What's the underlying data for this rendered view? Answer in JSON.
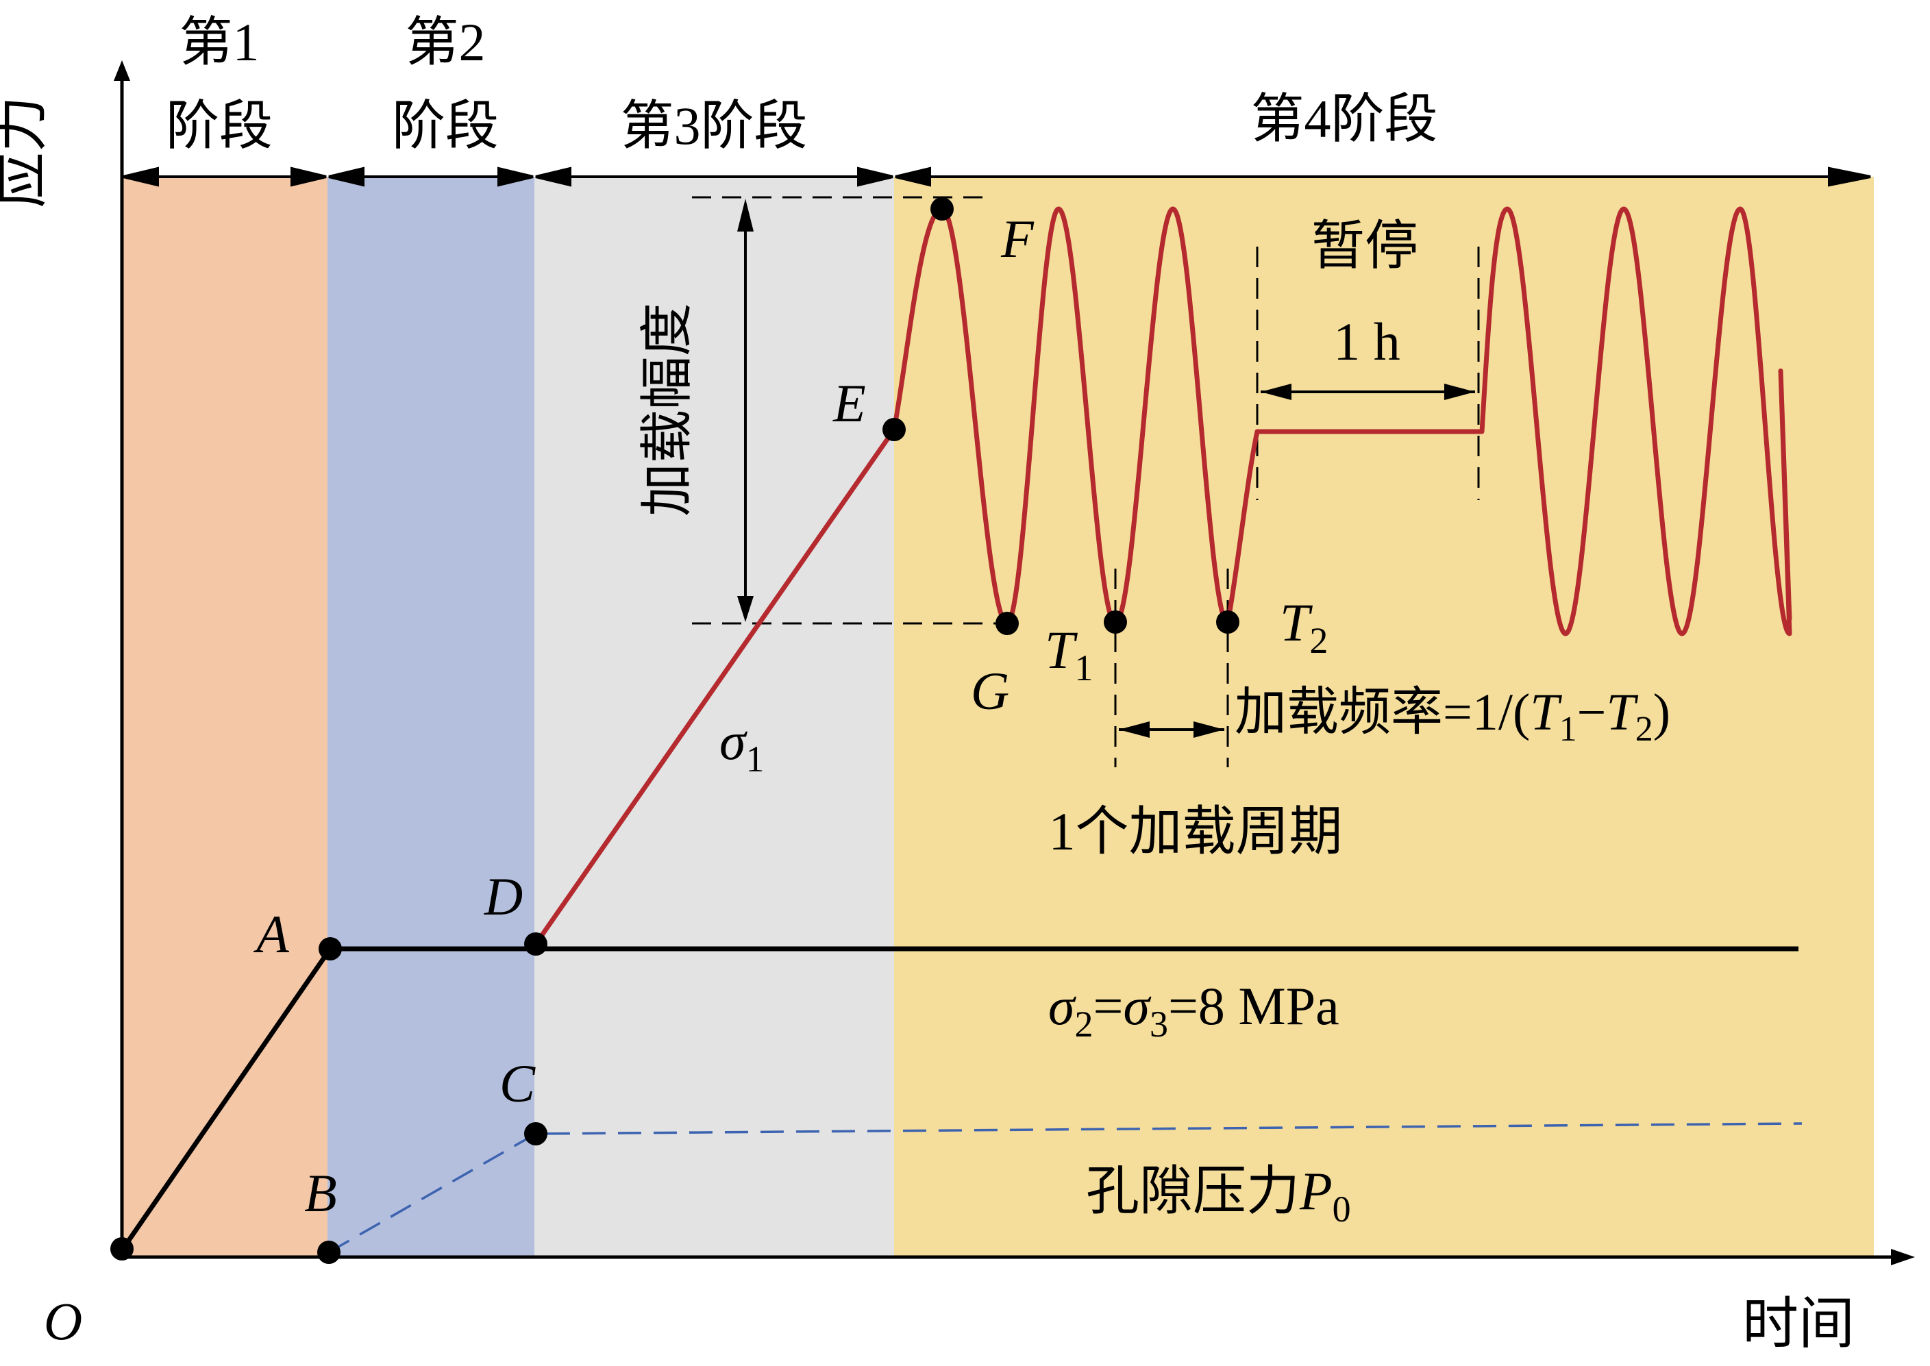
{
  "axes": {
    "y_label": "应力",
    "x_label": "时间",
    "origin_label": "O"
  },
  "stages": [
    {
      "line1": "第1",
      "line2": "阶段",
      "color": "#f4c7a7"
    },
    {
      "line1": "第2",
      "line2": "阶段",
      "color": "#b3bfdd"
    },
    {
      "line1": "第3阶段",
      "line2": "",
      "color": "#e3e3e3"
    },
    {
      "line1": "第4阶段",
      "line2": "",
      "color": "#f5de9b"
    }
  ],
  "points": {
    "O": "O",
    "A": "A",
    "B": "B",
    "C": "C",
    "D": "D",
    "E": "E",
    "F": "F",
    "G": "G"
  },
  "annotations": {
    "amplitude": "加载幅度",
    "pause": "暂停",
    "pause_duration": "1 h",
    "sigma1_sym": "σ",
    "sigma1_sub": "1",
    "T1_sym": "T",
    "T1_sub": "1",
    "T2_sym": "T",
    "T2_sub": "2",
    "freq_prefix": "加载频率=1/(",
    "freq_T": "T",
    "freq_sub1": "1",
    "freq_minus": "−",
    "freq_sub2": "2",
    "freq_close": ")",
    "cycle": "1个加载周期",
    "confining_sigma": "σ",
    "confining_sub2": "2",
    "confining_eq": "=",
    "confining_sub3": "3",
    "confining_value": "=8 MPa",
    "pore_label": "孔隙压力",
    "pore_sym": "P",
    "pore_sub": "0"
  },
  "colors": {
    "axial_stress": "#b52a2f",
    "confining": "#000000",
    "pore": "#3d63b0"
  }
}
